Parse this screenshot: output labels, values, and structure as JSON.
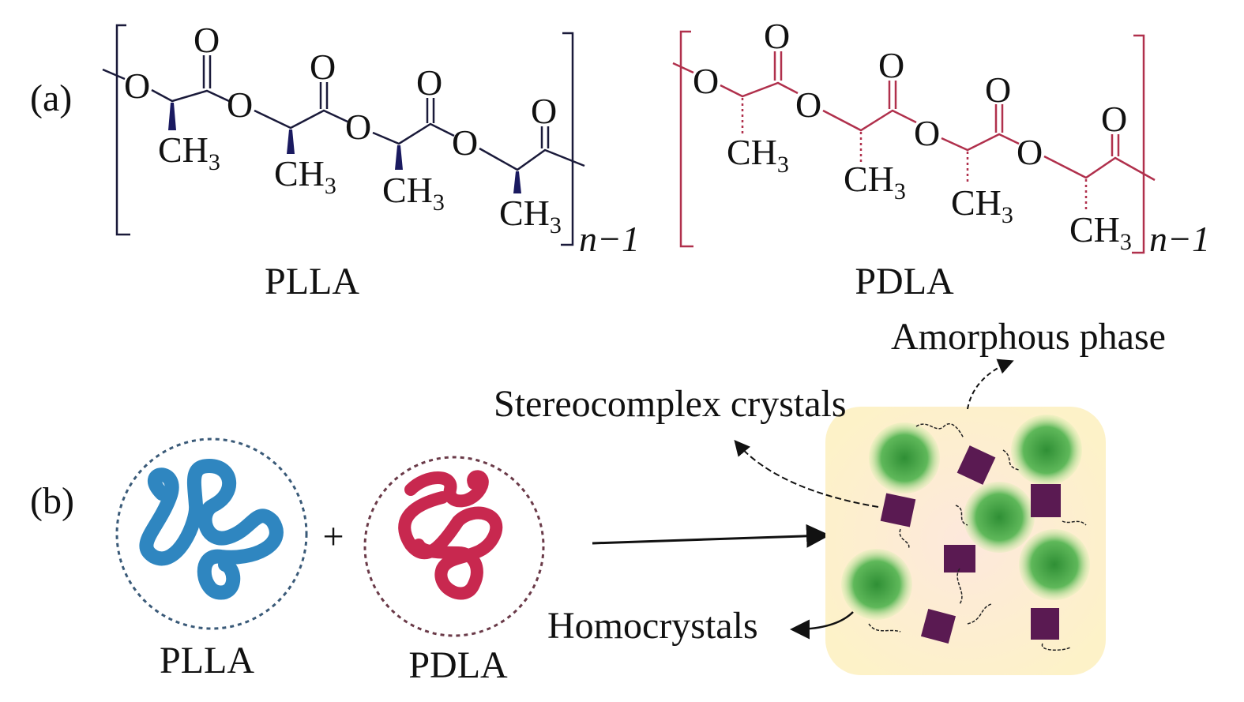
{
  "panel_a": {
    "label": "(a)",
    "plla": {
      "name": "PLLA",
      "oxygen": "O",
      "methyl_main": "CH",
      "methyl_sub": "3",
      "repeat": "n−1",
      "bond_color": "#1a1a3a"
    },
    "pdla": {
      "name": "PDLA",
      "oxygen": "O",
      "methyl_main": "CH",
      "methyl_sub": "3",
      "repeat": "n−1",
      "bond_color": "#b0304c"
    }
  },
  "panel_b": {
    "label": "(b)",
    "plus": "+",
    "plla_coil": {
      "name": "PLLA",
      "color": "#2f86c0"
    },
    "pdla_coil": {
      "name": "PDLA",
      "color": "#c8284f"
    },
    "annotations": {
      "amorphous": "Amorphous phase",
      "stereocomplex": "Stereocomplex crystals",
      "homocrystals": "Homocrystals"
    },
    "colors": {
      "matrix": "#fbe9d6",
      "crystal": "#3e9a3e",
      "block": "#5a1a52"
    }
  }
}
